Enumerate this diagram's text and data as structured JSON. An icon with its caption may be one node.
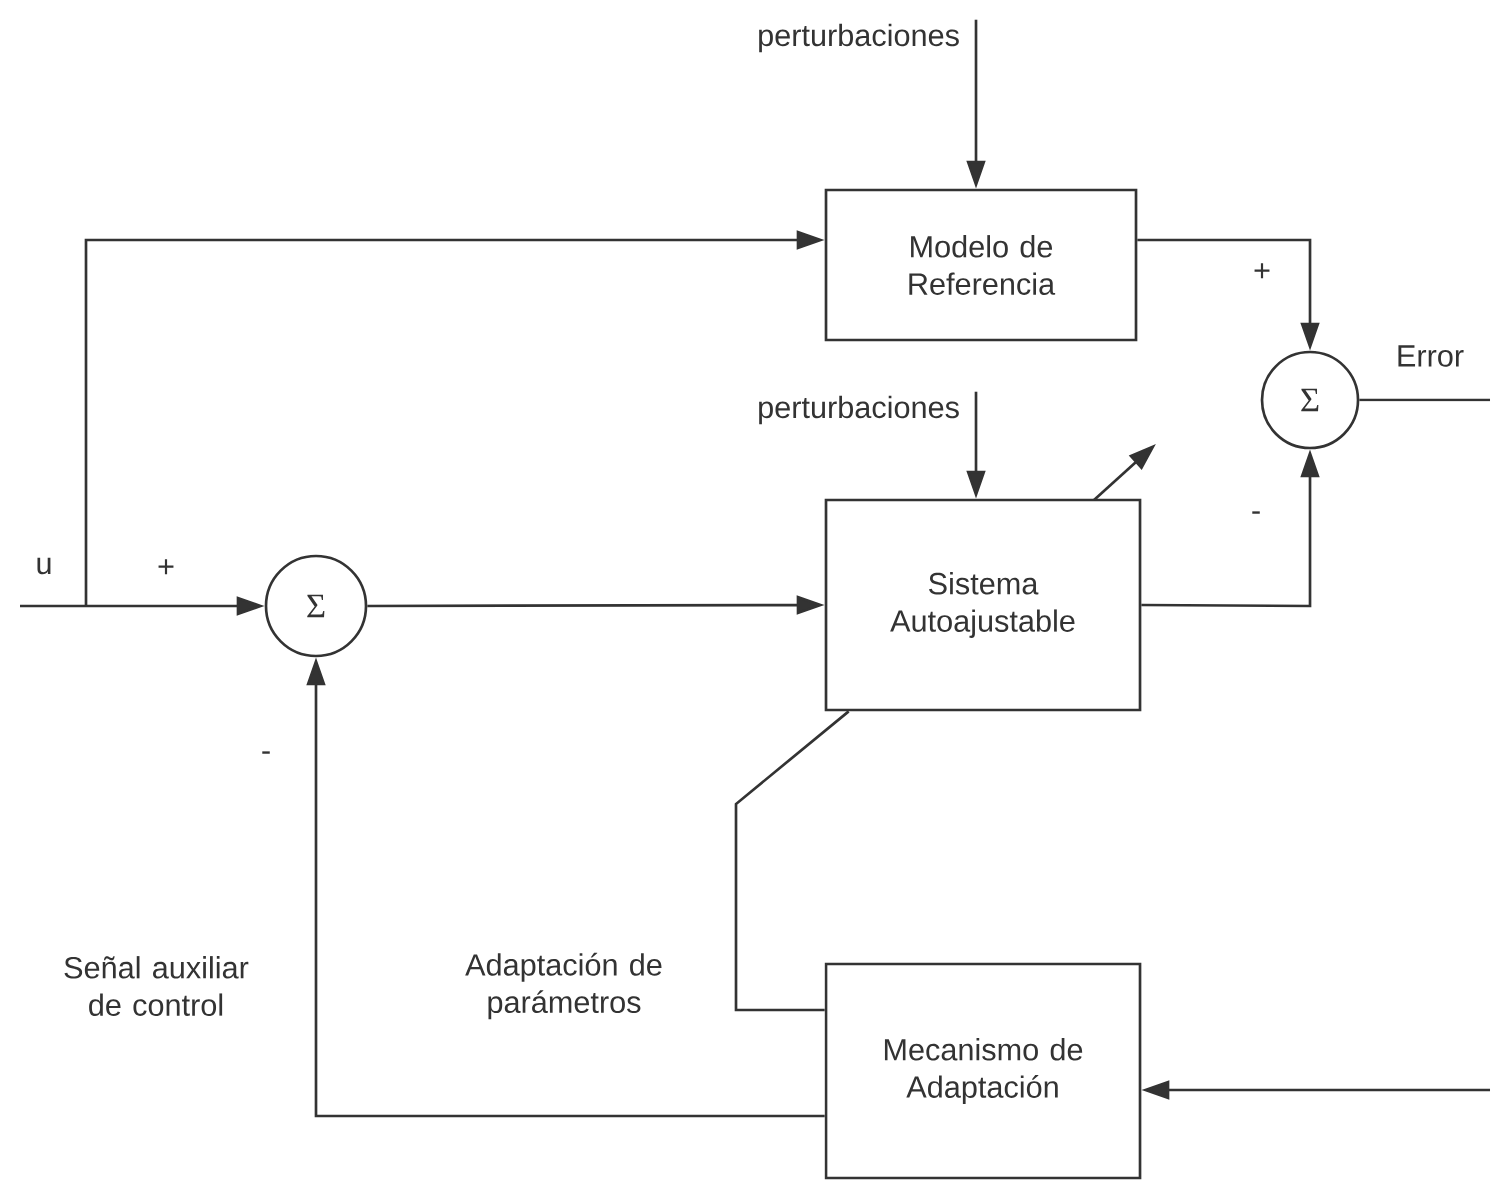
{
  "diagram": {
    "nodes": [
      {
        "text": [
          "perturbaciones"
        ]
      },
      {
        "text": [
          "Modelo de Referencia"
        ]
      },
      {
        "text": [
          "Σ"
        ]
      },
      {
        "text": [
          "perturbaciones"
        ]
      },
      {
        "text": [
          "Σ"
        ]
      },
      {
        "text": [
          "Sistema Autoajustable"
        ]
      },
      {
        "text": [
          "Mecanismo de Adaptación"
        ]
      }
    ],
    "edges": [
      {
        "from": 0,
        "to": 1,
        "arrow": "to"
      },
      {
        "from": null,
        "to": 1,
        "arrow": "to"
      },
      {
        "from": null,
        "to": 4,
        "arrow": "to"
      },
      {
        "from": 1,
        "to": 2,
        "arrow": "to"
      },
      {
        "from": 5,
        "to": 2,
        "arrow": "to"
      },
      {
        "from": 2,
        "to": null,
        "arrow": "none"
      },
      {
        "from": 3,
        "to": 5,
        "arrow": "to"
      },
      {
        "from": 4,
        "to": 5,
        "arrow": "to"
      },
      {
        "from": 6,
        "to": 4,
        "arrow": "to"
      },
      {
        "from": null,
        "to": 6,
        "arrow": "to"
      },
      {
        "from": 6,
        "to": 5,
        "arrow": "none"
      }
    ],
    "labels": [
      "+",
      "Error",
      "u",
      "+",
      "-",
      "-",
      "Señal auxiliar de control",
      "Adaptación de parámetros"
    ]
  }
}
